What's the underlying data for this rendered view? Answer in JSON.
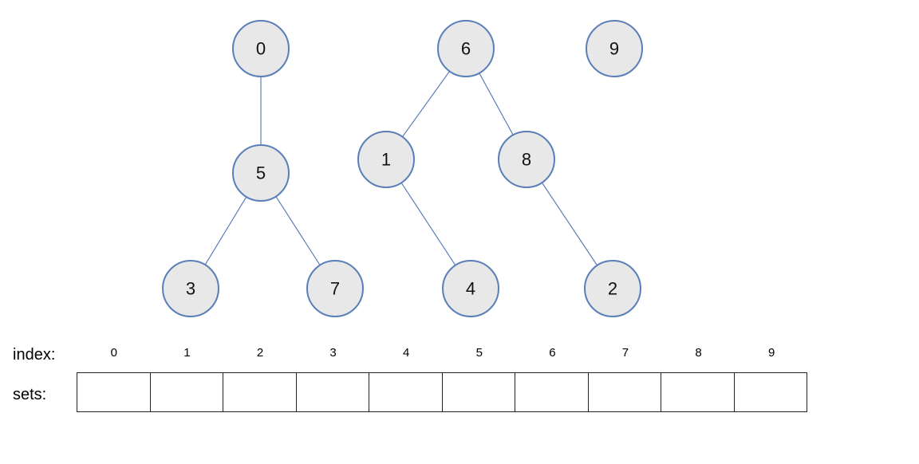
{
  "forest": {
    "nodes": [
      "0",
      "6",
      "9",
      "5",
      "1",
      "8",
      "3",
      "7",
      "4",
      "2"
    ],
    "edges": [
      [
        "0",
        "5"
      ],
      [
        "5",
        "3"
      ],
      [
        "5",
        "7"
      ],
      [
        "6",
        "1"
      ],
      [
        "6",
        "8"
      ],
      [
        "1",
        "4"
      ],
      [
        "8",
        "2"
      ]
    ]
  },
  "table": {
    "index_label": "index:",
    "sets_label": "sets:",
    "indices": [
      "0",
      "1",
      "2",
      "3",
      "4",
      "5",
      "6",
      "7",
      "8",
      "9"
    ],
    "sets": [
      "",
      "",
      "",
      "",
      "",
      "",
      "",
      "",
      "",
      ""
    ]
  }
}
